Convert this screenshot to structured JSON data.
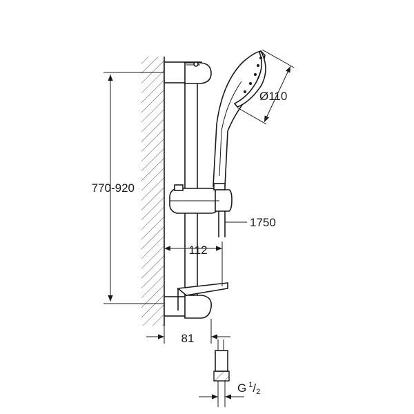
{
  "diagram": {
    "dimensions": {
      "height_range": "770-920",
      "head_diameter": "Ø110",
      "hose_length": "1750",
      "projection_rail": "112",
      "projection_base": "81",
      "thread_main": "G",
      "thread_sup": "1",
      "thread_sub": "2"
    }
  }
}
